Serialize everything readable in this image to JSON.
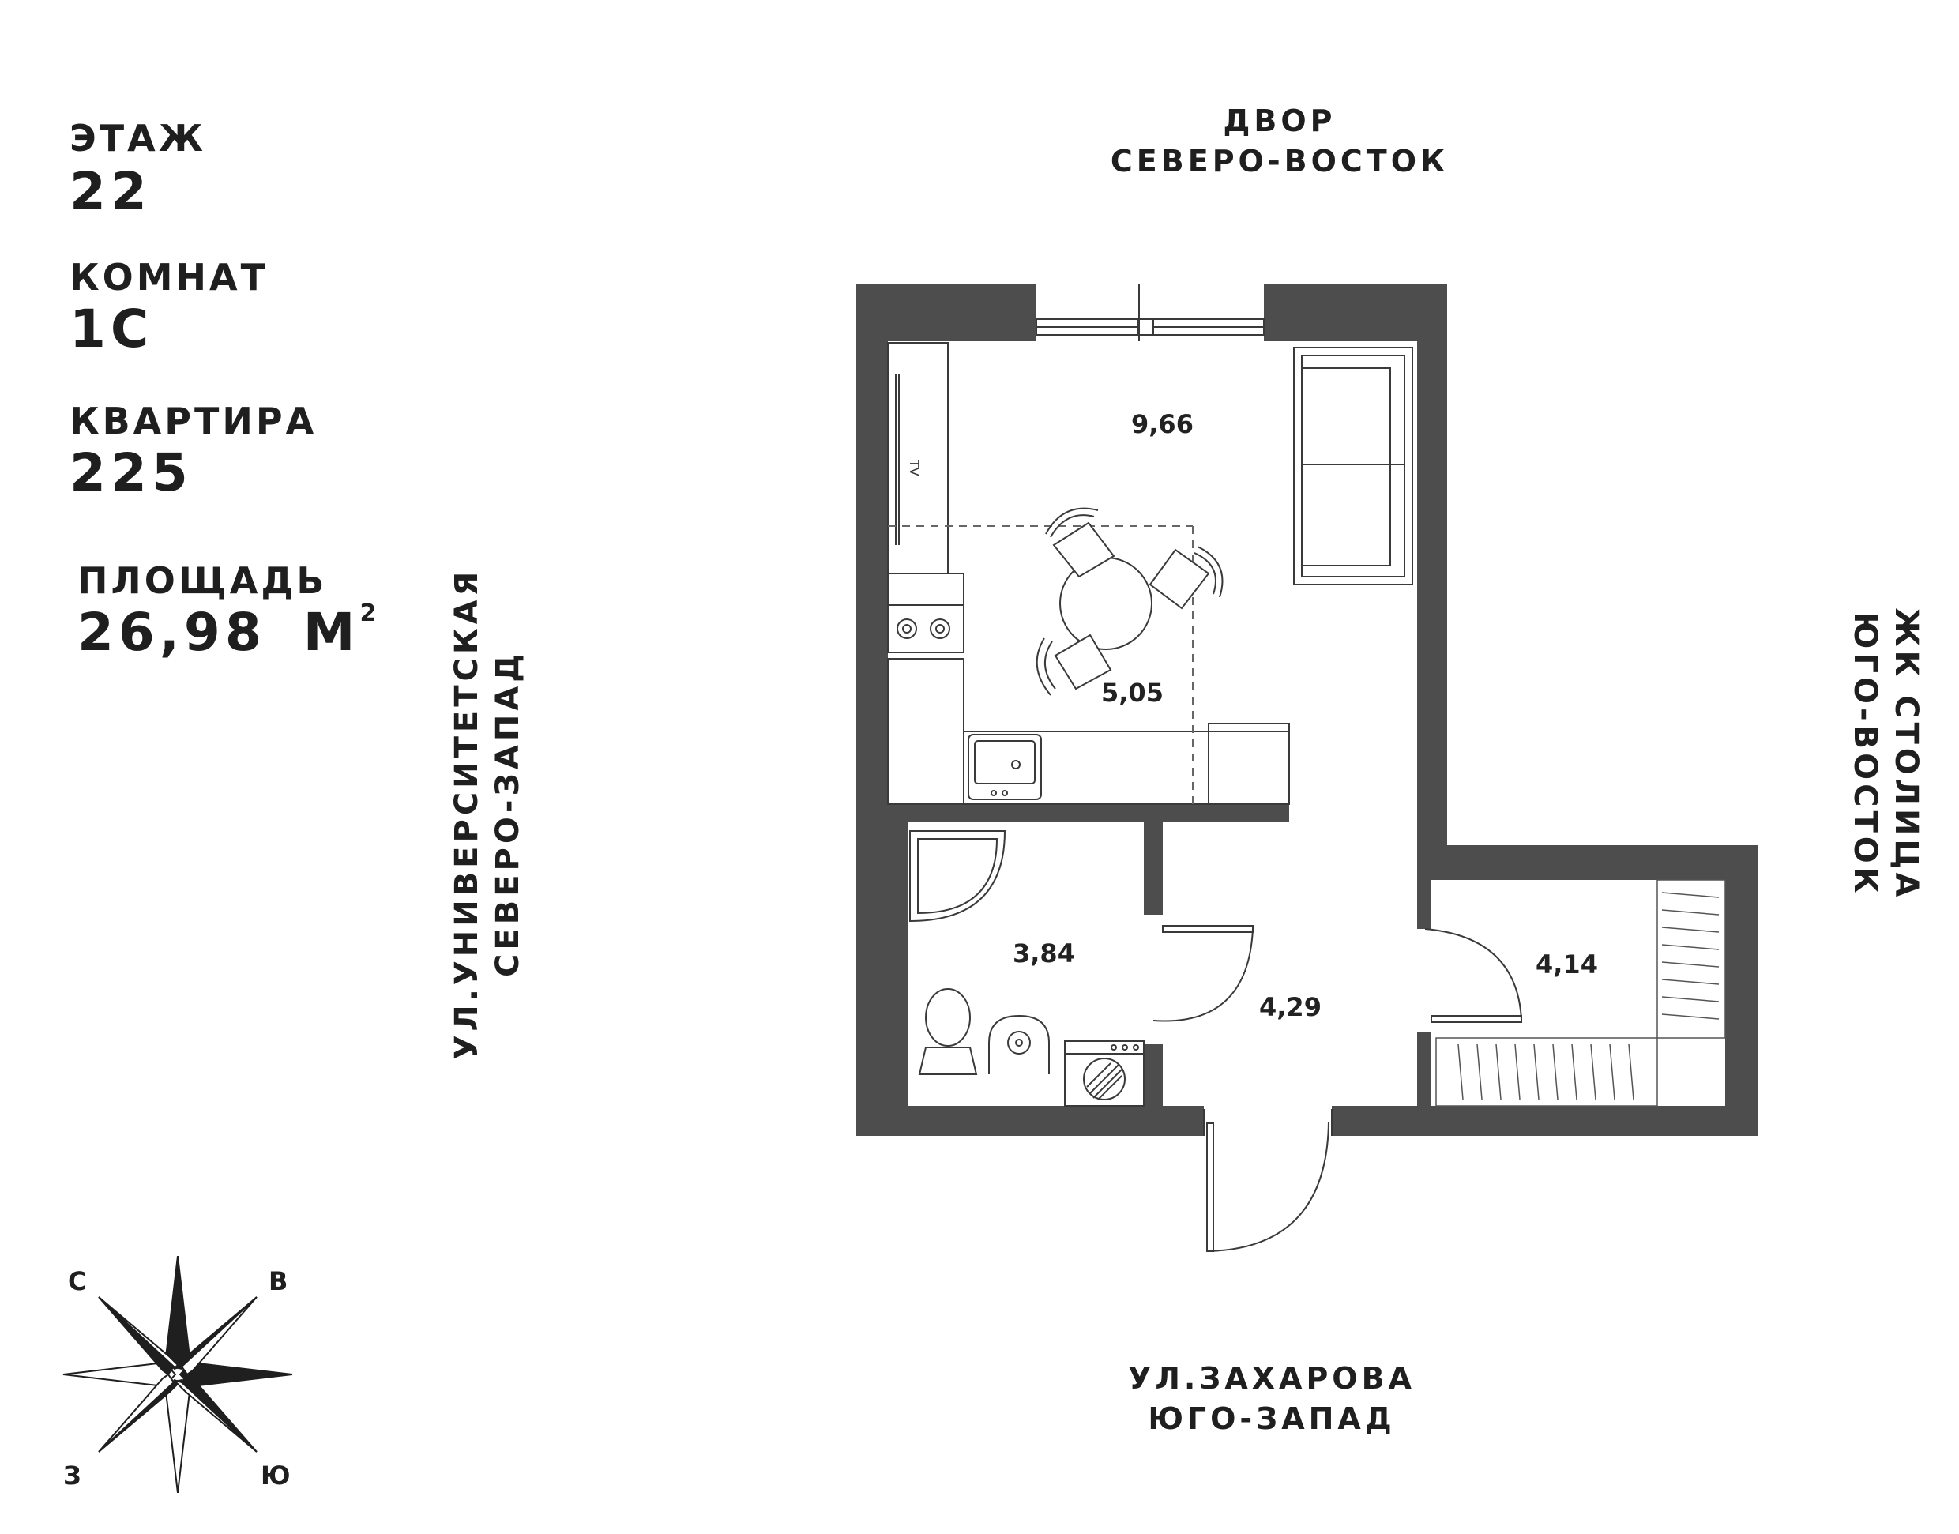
{
  "info": {
    "floor_label": "ЭТАЖ",
    "floor_value": "22",
    "rooms_label": "КОМНАТ",
    "rooms_value": "1С",
    "apartment_label": "КВАРТИРА",
    "apartment_value": "225",
    "area_label": "ПЛОЩАДЬ",
    "area_value": "26,98",
    "area_unit": "М",
    "area_unit_sup": "2"
  },
  "directions": {
    "top_line1": "ДВОР",
    "top_line2": "СЕВЕРО-ВОСТОК",
    "left_line1": "УЛ.УНИВЕРСИТЕТСКАЯ",
    "left_line2": "СЕВЕРО-ЗАПАД",
    "right_line1": "ЖК СТОЛИЦА",
    "right_line2": "ЮГО-ВОСТОК",
    "bottom_line1": "УЛ.ЗАХАРОВА",
    "bottom_line2": "ЮГО-ЗАПАД"
  },
  "rooms": {
    "living": "9,66",
    "kitchen": "5,05",
    "bathroom": "3,84",
    "hallway": "4,29",
    "wardrobe": "4,14"
  },
  "fixtures": {
    "tv_label": "TV"
  },
  "compass": {
    "north": "С",
    "east": "В",
    "west": "З",
    "south": "Ю"
  },
  "colors": {
    "wall": "#4d4d4d",
    "line": "#3a3a3a",
    "text": "#1f1f1f"
  }
}
